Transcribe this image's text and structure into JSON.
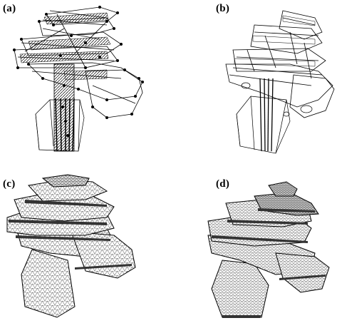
{
  "figure": {
    "panels": [
      {
        "id": "a",
        "label": "(a)",
        "style": "dense wireframe with vertex nodes"
      },
      {
        "id": "b",
        "label": "(b)",
        "style": "simplified wireframe"
      },
      {
        "id": "c",
        "label": "(c)",
        "style": "triangulated surface mesh"
      },
      {
        "id": "d",
        "label": "(d)",
        "style": "refined triangulated surface mesh"
      }
    ],
    "colors": {
      "line": "#000000",
      "fill": "#ffffff",
      "shade": "#555555"
    }
  }
}
